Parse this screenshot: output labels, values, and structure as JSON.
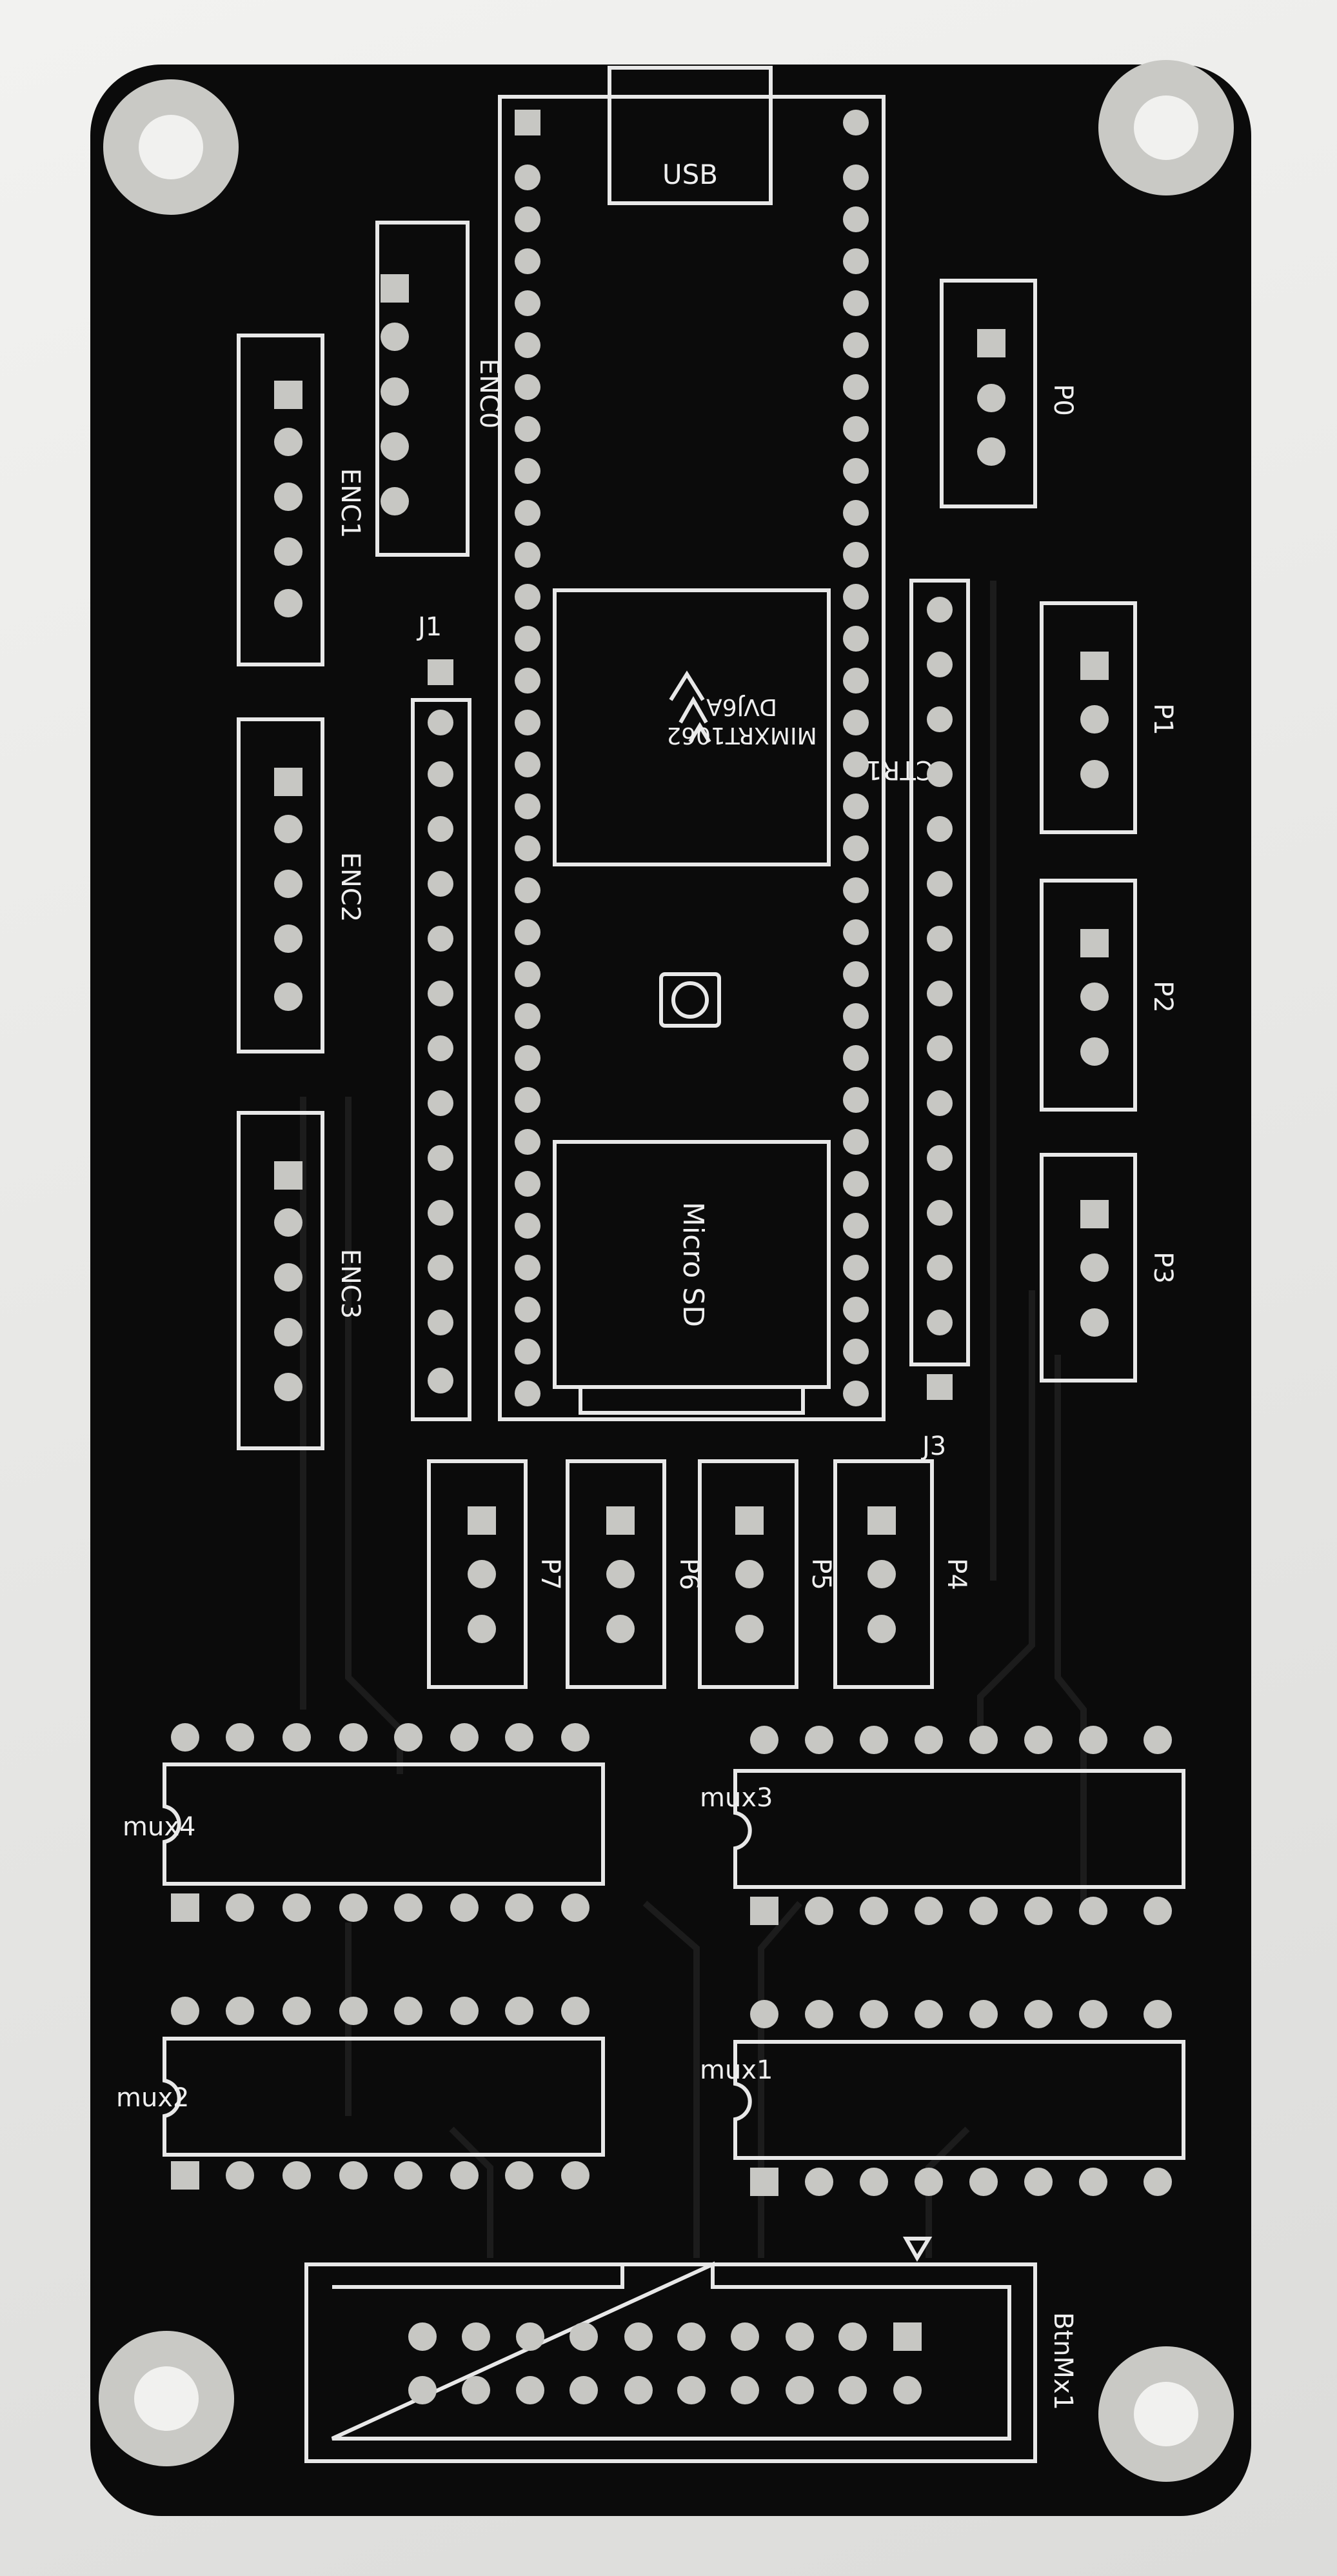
{
  "colors": {
    "board": "#0b0b0b",
    "silkscreen": "#e8e8e8",
    "pad": "#c7c7c3",
    "background": "#e9e9e7"
  },
  "silk": {
    "usb": "USB",
    "mcu_line1": "MIMXRT1062",
    "mcu_line2": "DVJ6A",
    "micro_sd": "Micro SD",
    "enc0": "ENC0",
    "enc1": "ENC1",
    "enc2": "ENC2",
    "enc3": "ENC3",
    "p0": "P0",
    "p1": "P1",
    "p2": "P2",
    "p3": "P3",
    "p4": "P4",
    "p5": "P5",
    "p6": "P6",
    "p7": "P7",
    "j1": "J1",
    "j3": "J3",
    "ctr1": "CTR1",
    "mux1": "mux1",
    "mux2": "mux2",
    "mux3": "mux3",
    "mux4": "mux4",
    "btnmx1": "BtnMx1"
  }
}
